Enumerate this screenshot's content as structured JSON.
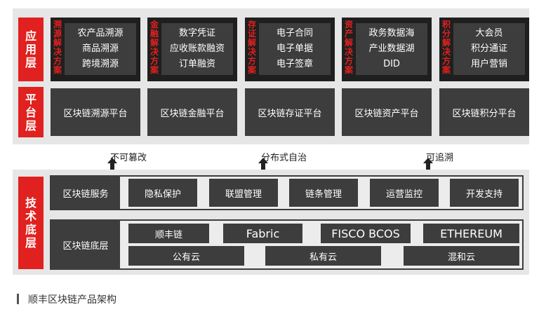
{
  "layers": {
    "application": {
      "label": "应用层",
      "modules": [
        {
          "title": "溯源解决方案",
          "items": [
            "农产品溯源",
            "商品溯源",
            "跨境溯源"
          ]
        },
        {
          "title": "金融解决方案",
          "items": [
            "数字凭证",
            "应收账款融资",
            "订单融资"
          ]
        },
        {
          "title": "存证解决方案",
          "items": [
            "电子合同",
            "电子单据",
            "电子签章"
          ]
        },
        {
          "title": "资产解决方案",
          "items": [
            "政务数据海",
            "产业数据湖",
            "DID"
          ]
        },
        {
          "title": "积分解决方案",
          "items": [
            "大会员",
            "积分通证",
            "用户营销"
          ]
        }
      ]
    },
    "platform": {
      "label": "平台层",
      "items": [
        "区块链溯源平台",
        "区块链金融平台",
        "区块链存证平台",
        "区块链资产平台",
        "区块链积分平台"
      ]
    },
    "arrows": [
      "不可篡改",
      "分布式自治",
      "可追溯"
    ],
    "technology": {
      "label": "技术底层",
      "services": {
        "label": "区块链服务",
        "items": [
          "隐私保护",
          "联盟管理",
          "链条管理",
          "运营监控",
          "开发支持"
        ]
      },
      "base": {
        "label": "区块链底层",
        "chains": [
          "顺丰链",
          "Fabric",
          "FISCO BCOS",
          "ETHEREUM"
        ],
        "clouds": [
          "公有云",
          "私有云",
          "混和云"
        ]
      }
    }
  },
  "caption": "顺丰区块链产品架构",
  "colors": {
    "accent": "#e0211f",
    "dark": "#3d3d3d",
    "panel": "#e6e6e6"
  }
}
